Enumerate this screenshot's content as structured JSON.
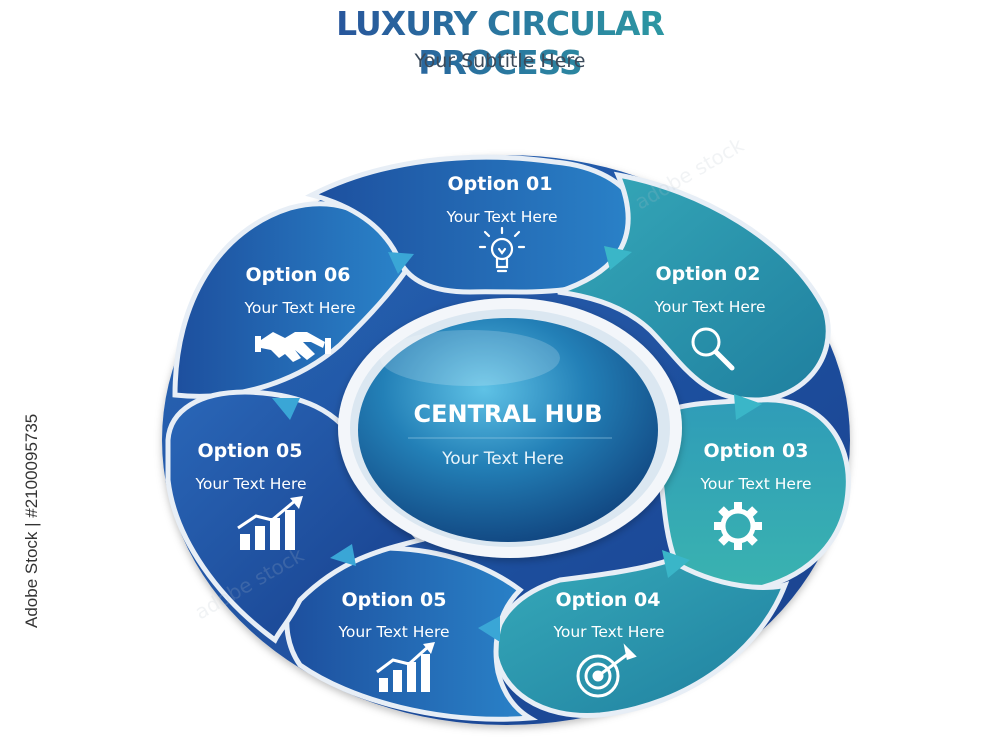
{
  "header": {
    "title": "LUXURY CIRCULAR PROCESS",
    "subtitle": "Your Subtitle Here"
  },
  "hub": {
    "title": "CENTRAL HUB",
    "text": "Your Text Here"
  },
  "options": [
    {
      "title": "Option 01",
      "text": "Your Text Here",
      "icon": "lightbulb-icon"
    },
    {
      "title": "Option 02",
      "text": "Your Text Here",
      "icon": "magnifier-icon"
    },
    {
      "title": "Option 03",
      "text": "Your Text Here",
      "icon": "gear-icon"
    },
    {
      "title": "Option 04",
      "text": "Your Text Here",
      "icon": "target-icon"
    },
    {
      "title": "Option 05",
      "text": "Your Text Here",
      "icon": "growth-chart-icon"
    },
    {
      "title": "Option 05",
      "text": "Your Text Here",
      "icon": "growth-chart-icon"
    },
    {
      "title": "Option 06",
      "text": "Your Text Here",
      "icon": "handshake-icon"
    }
  ],
  "watermark": "adobe stock",
  "stock_id": "Adobe Stock | #2100095735",
  "colors": {
    "title_gradient_start": "#26459a",
    "title_gradient_end": "#2ea8a4",
    "blue_dark": "#1d4f9e",
    "blue_mid": "#2275c2",
    "teal": "#2a9fb0",
    "teal_light": "#3fb7b6",
    "arrow": "#3aa6d6"
  }
}
